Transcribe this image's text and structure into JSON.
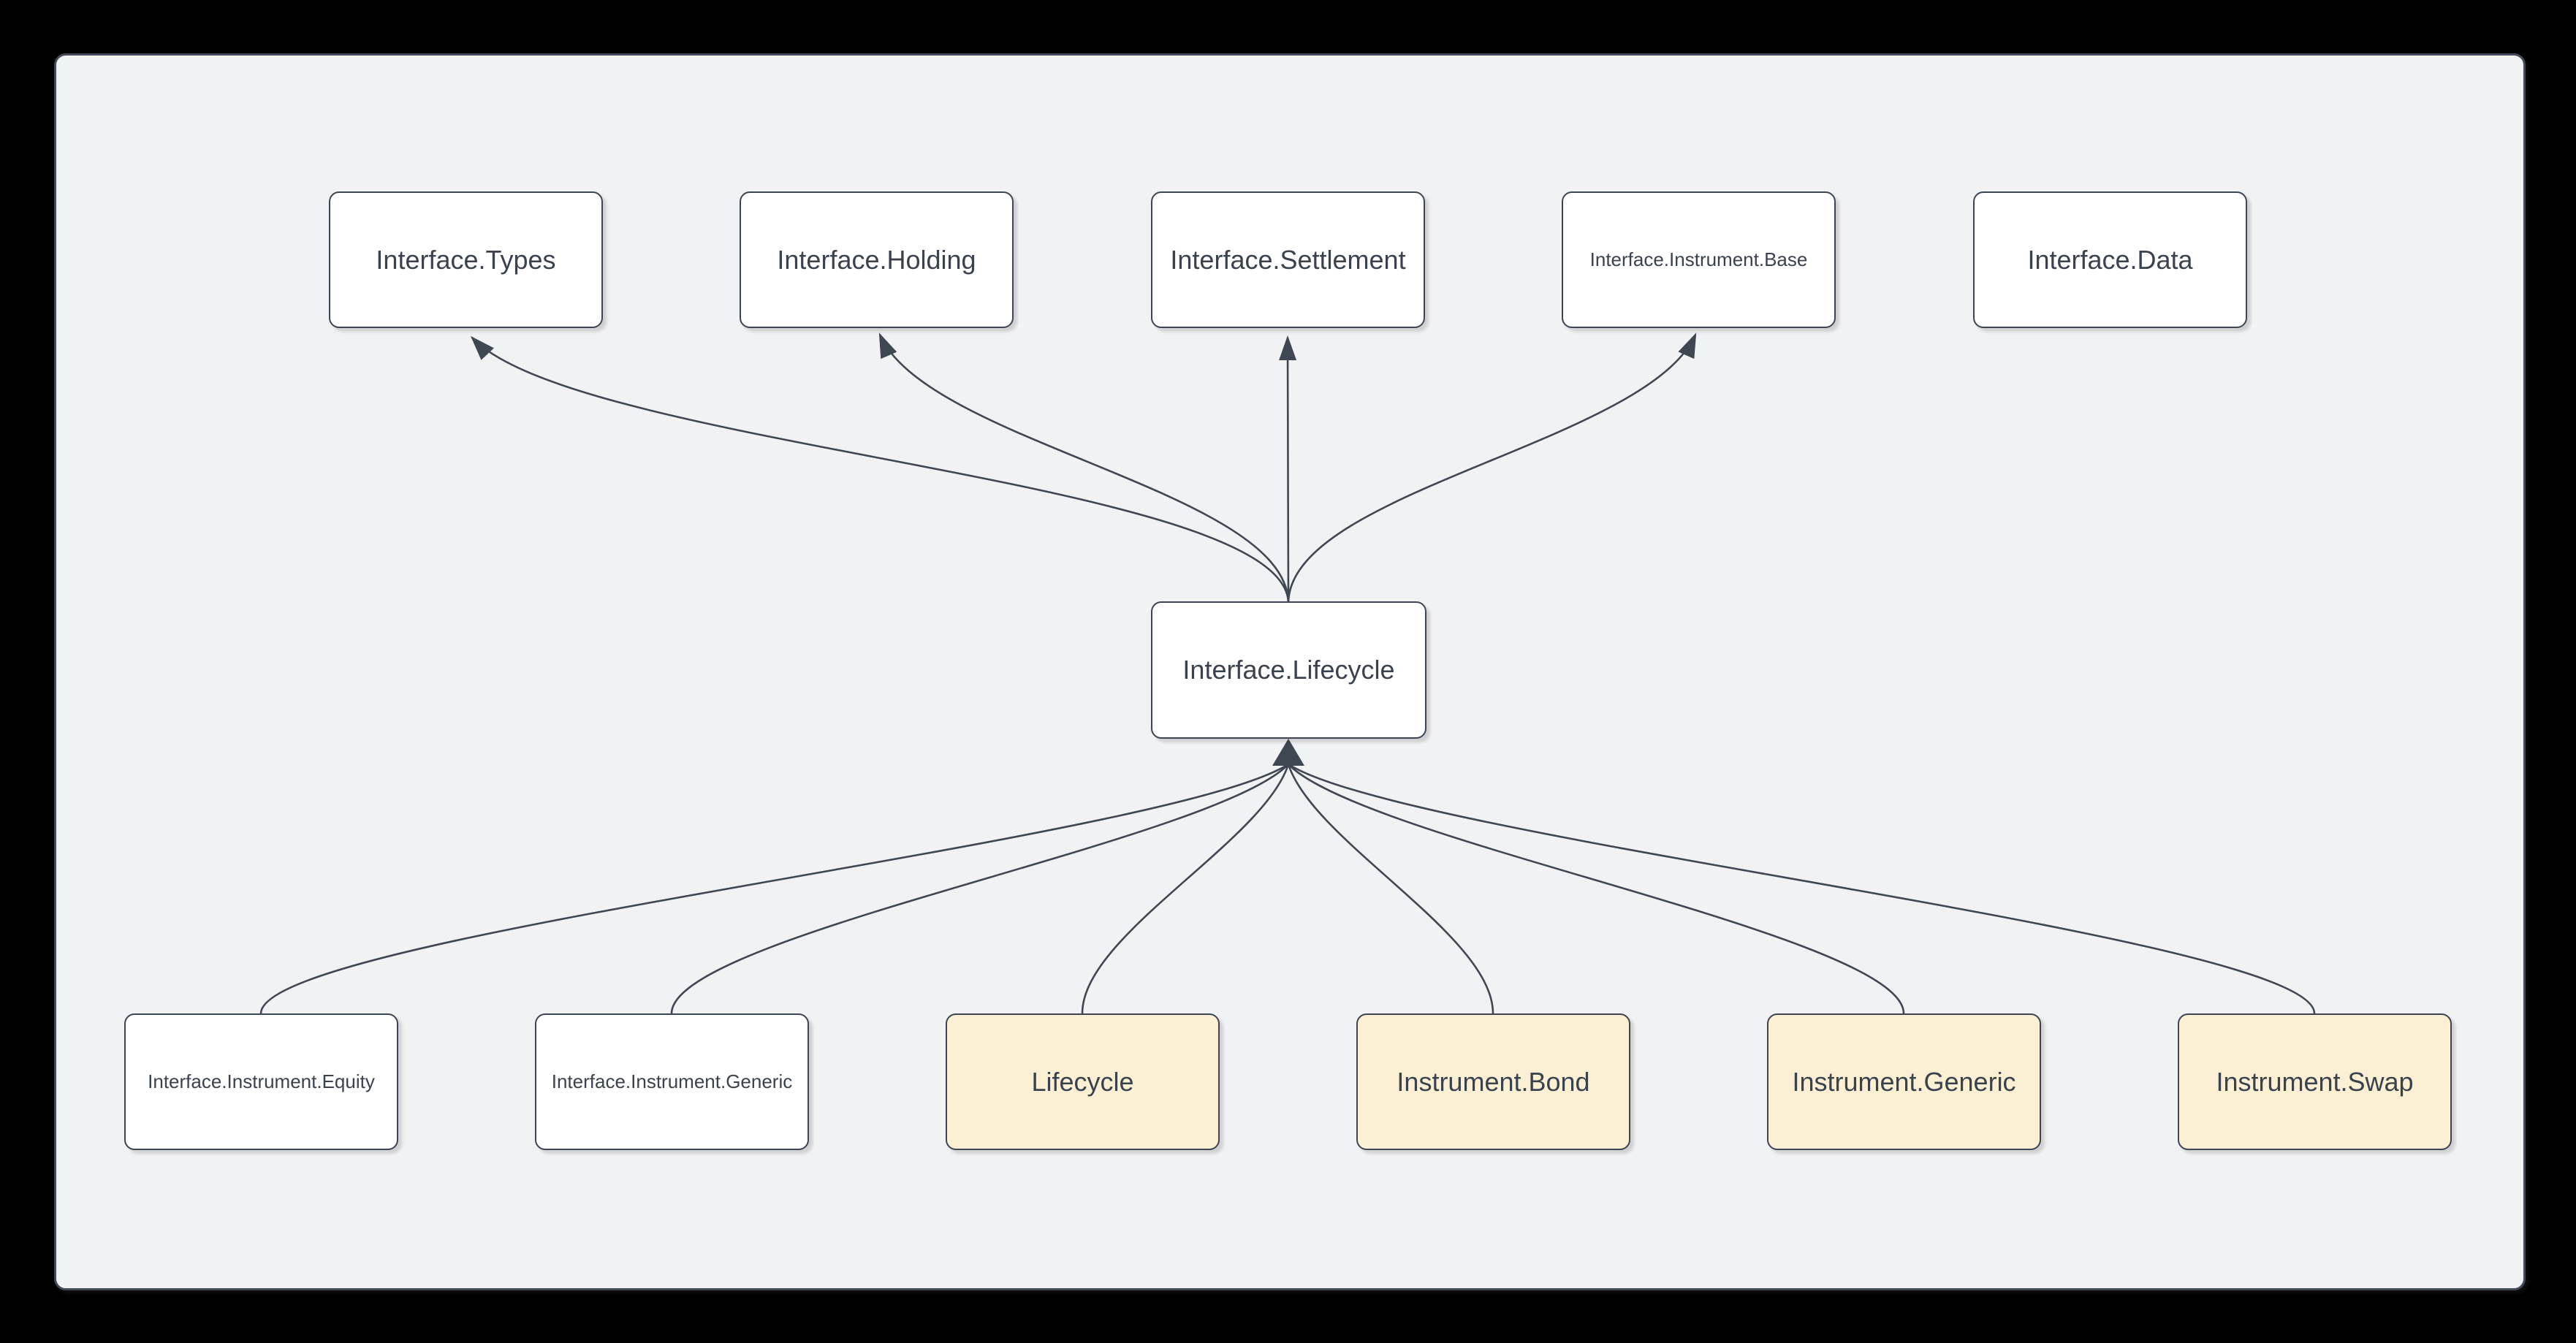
{
  "diagram": {
    "type": "dependency-diagram",
    "colors": {
      "frame_background": "#000000",
      "canvas_background": "#F1F2F4",
      "canvas_border": "#424A57",
      "node_border": "#3C4551",
      "node_fill_default": "#FFFFFF",
      "node_fill_highlight": "#FBF0D3",
      "edge_stroke": "#3F4752",
      "text_color": "#3A424E"
    },
    "nodes": [
      {
        "id": "interface-types",
        "label": "Interface.Types",
        "fill": "white",
        "row": "top"
      },
      {
        "id": "interface-holding",
        "label": "Interface.Holding",
        "fill": "white",
        "row": "top"
      },
      {
        "id": "interface-settlement",
        "label": "Interface.Settlement",
        "fill": "white",
        "row": "top"
      },
      {
        "id": "interface-instrument-base",
        "label": "Interface.Instrument.Base",
        "fill": "white",
        "row": "top"
      },
      {
        "id": "interface-data",
        "label": "Interface.Data",
        "fill": "white",
        "row": "top"
      },
      {
        "id": "interface-lifecycle",
        "label": "Interface.Lifecycle",
        "fill": "white",
        "row": "middle"
      },
      {
        "id": "interface-instrument-equity",
        "label": "Interface.Instrument.Equity",
        "fill": "white",
        "row": "bottom"
      },
      {
        "id": "interface-instrument-generic",
        "label": "Interface.Instrument.Generic",
        "fill": "white",
        "row": "bottom"
      },
      {
        "id": "lifecycle",
        "label": "Lifecycle",
        "fill": "yellow",
        "row": "bottom"
      },
      {
        "id": "instrument-bond",
        "label": "Instrument.Bond",
        "fill": "yellow",
        "row": "bottom"
      },
      {
        "id": "instrument-generic",
        "label": "Instrument.Generic",
        "fill": "yellow",
        "row": "bottom"
      },
      {
        "id": "instrument-swap",
        "label": "Instrument.Swap",
        "fill": "yellow",
        "row": "bottom"
      }
    ],
    "edges": [
      {
        "from": "interface-lifecycle",
        "to": "interface-types"
      },
      {
        "from": "interface-lifecycle",
        "to": "interface-holding"
      },
      {
        "from": "interface-lifecycle",
        "to": "interface-settlement"
      },
      {
        "from": "interface-lifecycle",
        "to": "interface-instrument-base"
      },
      {
        "from": "interface-instrument-equity",
        "to": "interface-lifecycle"
      },
      {
        "from": "interface-instrument-generic",
        "to": "interface-lifecycle"
      },
      {
        "from": "lifecycle",
        "to": "interface-lifecycle"
      },
      {
        "from": "instrument-bond",
        "to": "interface-lifecycle"
      },
      {
        "from": "instrument-generic",
        "to": "interface-lifecycle"
      },
      {
        "from": "instrument-swap",
        "to": "interface-lifecycle"
      }
    ]
  }
}
